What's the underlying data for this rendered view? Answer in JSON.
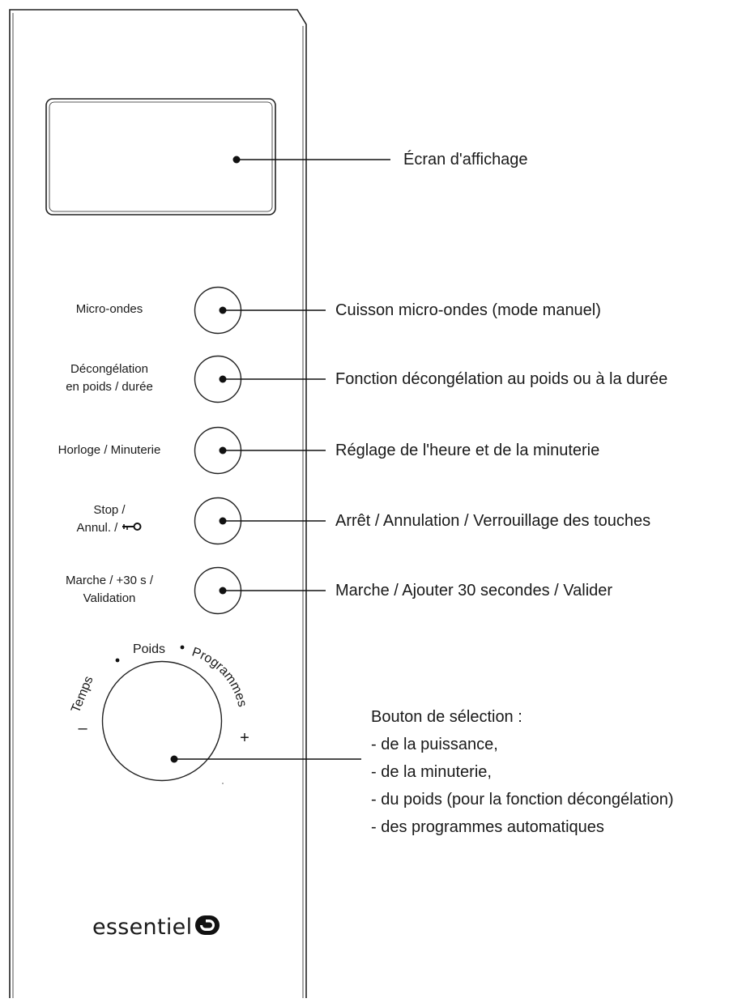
{
  "display": {
    "callout": "Écran d'affichage"
  },
  "buttons": [
    {
      "label_lines": [
        "Micro-ondes"
      ],
      "callout": "Cuisson micro-ondes (mode manuel)"
    },
    {
      "label_lines": [
        "Décongélation",
        "en poids / durée"
      ],
      "callout": "Fonction décongélation au poids ou à la durée"
    },
    {
      "label_lines": [
        "Horloge / Minuterie"
      ],
      "callout": "Réglage de l'heure et de la minuterie"
    },
    {
      "label_lines": [
        "Stop /",
        "Annul. /"
      ],
      "icon": "key-lock-icon",
      "callout": "Arrêt / Annulation / Verrouillage des touches"
    },
    {
      "label_lines": [
        "Marche / +30 s /",
        "Validation"
      ],
      "callout": "Marche / Ajouter 30 secondes / Valider"
    }
  ],
  "knob": {
    "labels": {
      "left": "Temps",
      "top": "Poids",
      "right": "Programmes",
      "minus": "–",
      "plus": "+"
    },
    "callout_title": "Bouton de sélection :",
    "callout_items": [
      "- de la puissance,",
      "- de la minuterie,",
      "- du poids (pour la fonction décongélation)",
      "- des programmes automatiques"
    ]
  },
  "brand": {
    "name": "essentiel",
    "logo_icon": "essentiel-b-logo-icon"
  }
}
